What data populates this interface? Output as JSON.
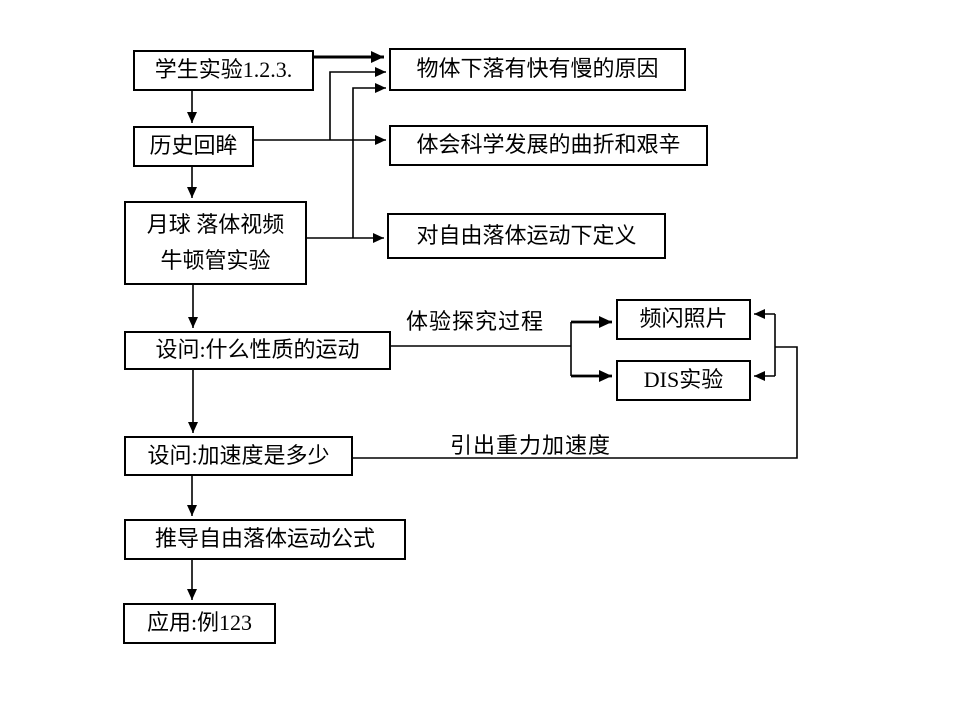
{
  "colors": {
    "background": "#ffffff",
    "line": "#000000",
    "text": "#000000",
    "box_fill": "#ffffff"
  },
  "diagram": {
    "type": "lesson-flowchart",
    "boxes": {
      "student_experiment": {
        "label": "学生实验1.2.3."
      },
      "history_review": {
        "label": "历史回眸"
      },
      "moon_newton": {
        "line1": "月球 落体视频",
        "line2": "牛顿管实验"
      },
      "question_motion": {
        "label": "设问:什么性质的运动"
      },
      "question_acceleration": {
        "label": "设问:加速度是多少"
      },
      "derive_formula": {
        "label": "推导自由落体运动公式"
      },
      "application": {
        "label": "应用:例123"
      },
      "falling_reason": {
        "label": "物体下落有快有慢的原因"
      },
      "science_development": {
        "label": "体会科学发展的曲折和艰辛"
      },
      "free_fall_definition": {
        "label": "对自由落体运动下定义"
      },
      "strobe_photo": {
        "label": "频闪照片"
      },
      "dis_experiment": {
        "label": "DIS实验"
      }
    },
    "edge_labels": {
      "experience_inquiry": "体验探究过程",
      "derive_gravity": "引出重力加速度"
    }
  }
}
